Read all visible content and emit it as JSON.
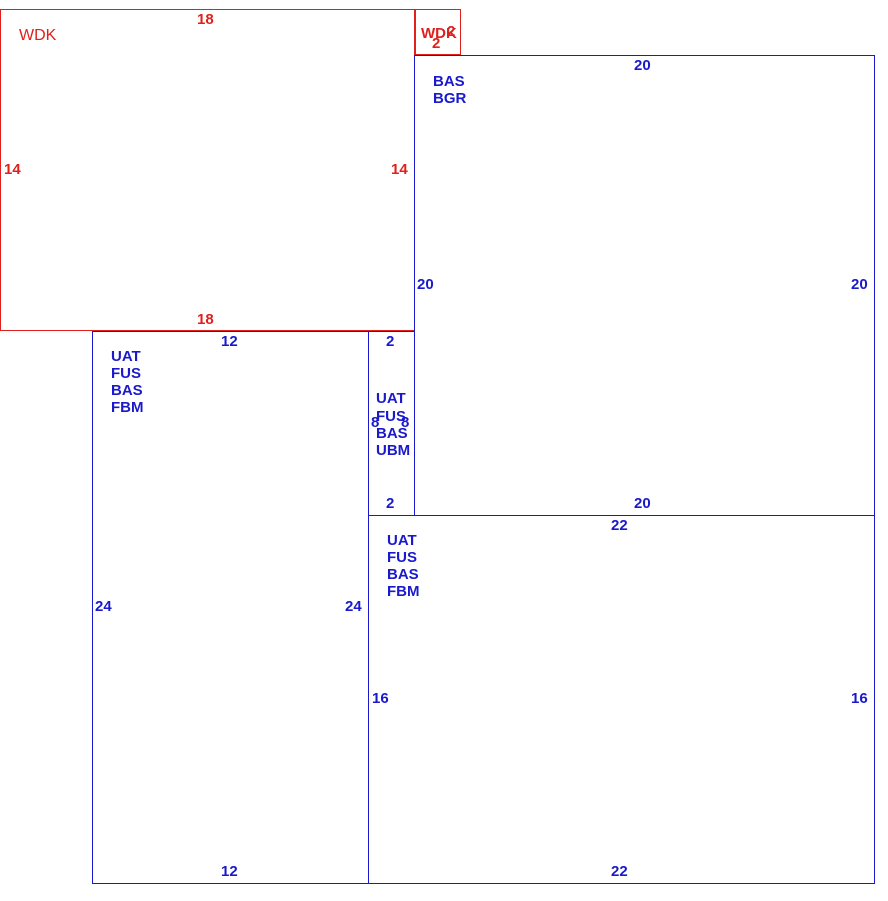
{
  "colors": {
    "blue": "#1a1acc",
    "red": "#e0201c",
    "background": "#ffffff"
  },
  "regions": {
    "wdk_large": {
      "name": "WDK",
      "top": "18",
      "bottom": "18",
      "left": "14",
      "right": "14"
    },
    "wdk_small": {
      "name": "WDK",
      "top": "2",
      "right": "2"
    },
    "bas_bgr": {
      "codes": [
        "BAS",
        "BGR"
      ],
      "top": "20",
      "bottom": "20",
      "left": "20",
      "right": "20"
    },
    "left_block": {
      "codes": [
        "UAT",
        "FUS",
        "BAS",
        "FBM"
      ],
      "top": "12",
      "bottom": "12",
      "left": "24",
      "right": "24"
    },
    "narrow_block": {
      "codes": [
        "UAT",
        "FUS",
        "BAS",
        "UBM"
      ],
      "top": "2",
      "bottom": "2",
      "left": "8",
      "right": "8"
    },
    "bottom_right": {
      "codes": [
        "UAT",
        "FUS",
        "BAS",
        "FBM"
      ],
      "top": "22",
      "bottom": "22",
      "left": "16",
      "right": "16"
    }
  }
}
